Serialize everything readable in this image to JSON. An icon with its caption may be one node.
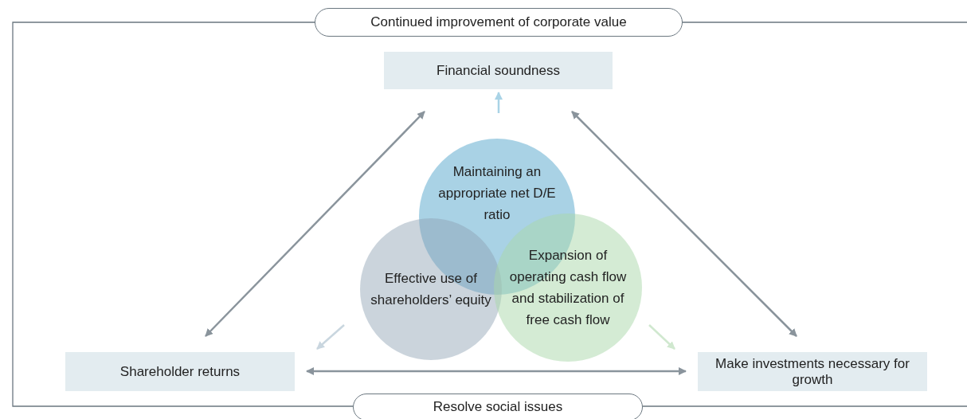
{
  "diagram": {
    "nodes": [
      {
        "text": [
          "Continued improvement of corporate value"
        ]
      },
      {
        "text": [
          "Financial soundness"
        ]
      },
      {
        "text": [
          "Maintaining an appropriate net D/E ratio"
        ]
      },
      {
        "text": [
          "Effective use of shareholders’ equity"
        ]
      },
      {
        "text": [
          "Expansion of operating cash flow and stabilization of free cash flow"
        ]
      },
      {
        "text": [
          "Shareholder returns"
        ]
      },
      {
        "text": [
          "Make investments necessary for growth"
        ]
      },
      {
        "text": [
          "Resolve social issues"
        ]
      }
    ],
    "edges": [
      {
        "from": 5,
        "to": 1,
        "arrow": "both"
      },
      {
        "from": 1,
        "to": 6,
        "arrow": "both"
      },
      {
        "from": 5,
        "to": 6,
        "arrow": "both"
      },
      {
        "from": 2,
        "to": 1,
        "arrow": "to",
        "color": "#a9d3e6"
      },
      {
        "from": 3,
        "to": 5,
        "arrow": "to",
        "color": "#c9d6df"
      },
      {
        "from": 4,
        "to": 6,
        "arrow": "to",
        "color": "#d0e8cf"
      }
    ]
  }
}
